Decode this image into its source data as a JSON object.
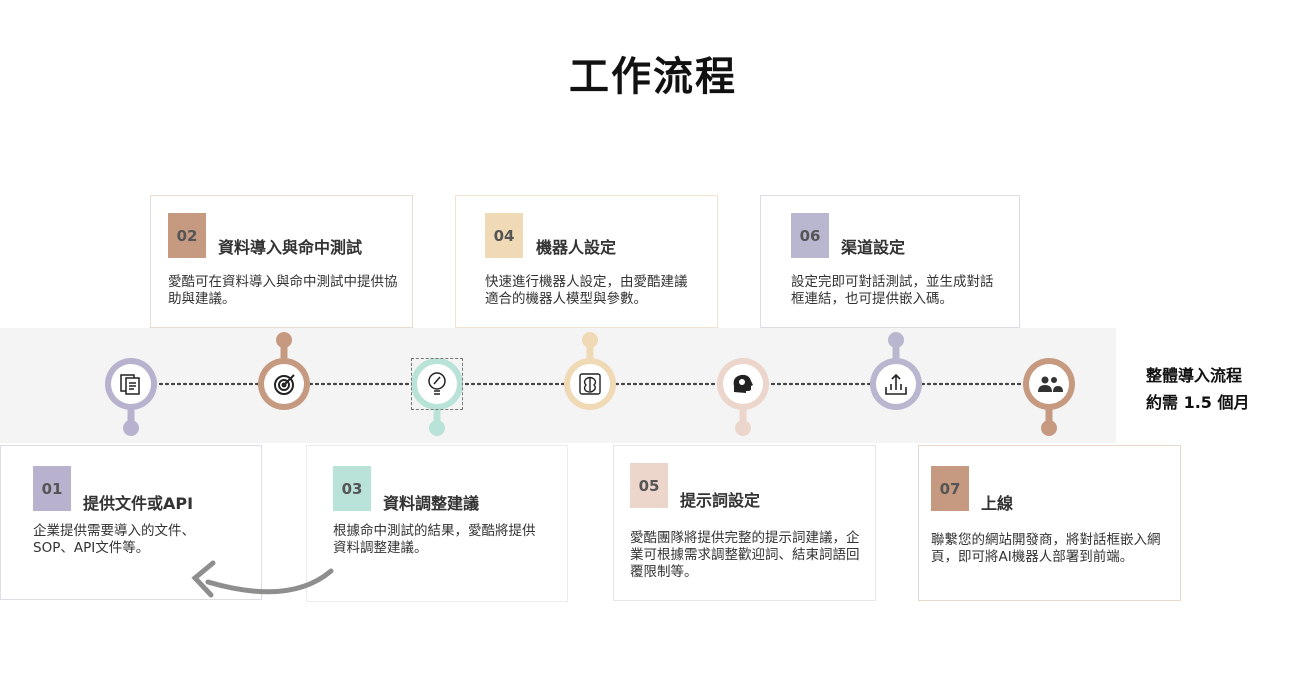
{
  "title": "工作流程",
  "side_note": {
    "line1": "整體導入流程",
    "line2": "約需 1.5 個月"
  },
  "steps": [
    {
      "num": "01",
      "title": "提供文件或API",
      "desc": "企業提供需要導入的文件、SOP、API文件等。",
      "color": "#b8b2cf"
    },
    {
      "num": "02",
      "title": "資料導入與命中測試",
      "desc": "愛酷可在資料導入與命中測試中提供協助與建議。",
      "color": "#c69a80"
    },
    {
      "num": "03",
      "title": "資料調整建議",
      "desc": "根據命中測試的結果，愛酷將提供資料調整建議。",
      "color": "#b9e2d8"
    },
    {
      "num": "04",
      "title": "機器人設定",
      "desc": "快速進行機器人設定，由愛酷建議適合的機器人模型與參數。",
      "color": "#f0d9b5"
    },
    {
      "num": "05",
      "title": "提示詞設定",
      "desc": "愛酷團隊將提供完整的提示詞建議，企業可根據需求調整歡迎詞、結束詞語回覆限制等。",
      "color": "#ecd6cc"
    },
    {
      "num": "06",
      "title": "渠道設定",
      "desc": "設定完即可對話測試，並生成對話框連結，也可提供嵌入碼。",
      "color": "#b9b6d0"
    },
    {
      "num": "07",
      "title": "上線",
      "desc": "聯繫您的網站開發商，將對話框嵌入網頁，即可將AI機器人部署到前端。",
      "color": "#c69a80"
    }
  ],
  "icons": [
    "document-icon",
    "target-icon",
    "lightbulb-icon",
    "brain-chip-icon",
    "head-profile-icon",
    "upload-icon",
    "group-icon"
  ]
}
